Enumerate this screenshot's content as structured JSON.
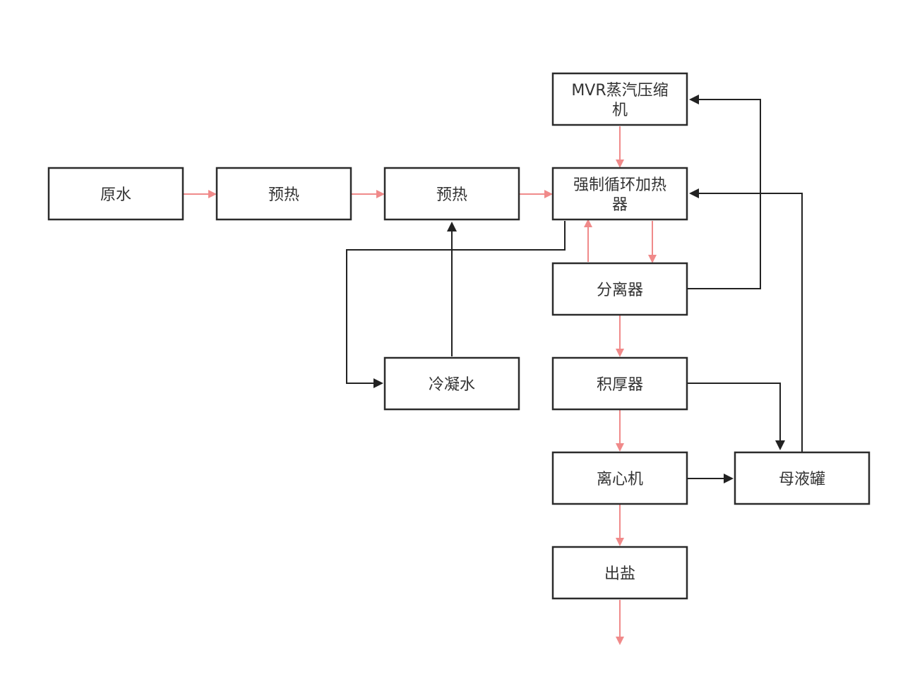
{
  "colors": {
    "process_flow": "#f08a8a",
    "return_flow": "#222222",
    "box_border": "#2b2b2b",
    "text": "#333333"
  },
  "nodes": {
    "raw_water": "原水",
    "preheat_1": "预热",
    "preheat_2": "预热",
    "mvr_compressor": "MVR蒸汽压缩机",
    "mvr_compressor_line1": "MVR蒸汽压缩",
    "mvr_compressor_line2": "机",
    "heater": "强制循环加热器",
    "heater_line1": "强制循环加热",
    "heater_line2": "器",
    "separator": "分离器",
    "thickener": "积厚器",
    "condensate": "冷凝水",
    "centrifuge": "离心机",
    "mother_liquor_tank": "母液罐",
    "salt_output": "出盐"
  },
  "edges": [
    {
      "from": "raw_water",
      "to": "preheat_1",
      "color": "process_flow"
    },
    {
      "from": "preheat_1",
      "to": "preheat_2",
      "color": "process_flow"
    },
    {
      "from": "preheat_2",
      "to": "heater",
      "color": "process_flow"
    },
    {
      "from": "mvr_compressor",
      "to": "heater",
      "color": "process_flow"
    },
    {
      "from": "heater",
      "to": "separator",
      "color": "process_flow"
    },
    {
      "from": "separator",
      "to": "heater",
      "color": "process_flow"
    },
    {
      "from": "separator",
      "to": "thickener",
      "color": "process_flow"
    },
    {
      "from": "thickener",
      "to": "centrifuge",
      "color": "process_flow"
    },
    {
      "from": "centrifuge",
      "to": "salt_output",
      "color": "process_flow"
    },
    {
      "from": "salt_output",
      "to": "outlet",
      "color": "process_flow"
    },
    {
      "from": "separator",
      "to": "mvr_compressor",
      "color": "return_flow"
    },
    {
      "from": "mother_liquor_tank",
      "to": "heater",
      "color": "return_flow"
    },
    {
      "from": "heater",
      "to": "condensate",
      "color": "return_flow"
    },
    {
      "from": "condensate",
      "to": "preheat_2",
      "color": "return_flow"
    },
    {
      "from": "thickener",
      "to": "mother_liquor_tank",
      "color": "return_flow"
    },
    {
      "from": "centrifuge",
      "to": "mother_liquor_tank",
      "color": "return_flow"
    }
  ]
}
